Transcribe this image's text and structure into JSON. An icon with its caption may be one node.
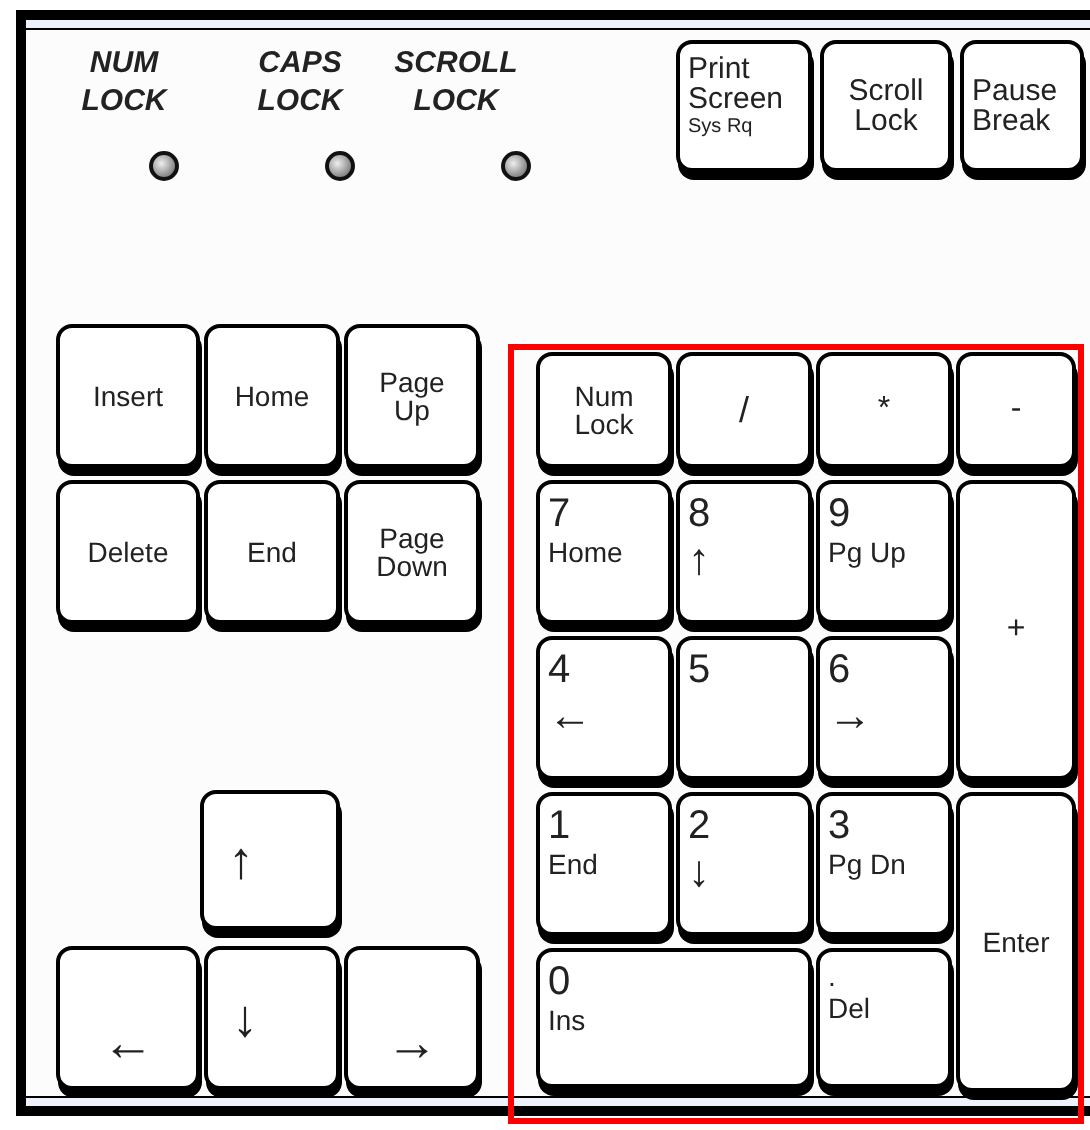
{
  "diagram": {
    "nodes": [
      {
        "text": [
          "Print Screen",
          "Sys Rq"
        ]
      },
      {
        "text": [
          "Scroll Lock"
        ]
      },
      {
        "text": [
          "Pause Break"
        ]
      },
      {
        "text": [
          "Insert"
        ]
      },
      {
        "text": [
          "Home"
        ]
      },
      {
        "text": [
          "Page Up"
        ]
      },
      {
        "text": [],
        "shape": "box"
      },
      {
        "text": [
          "Num Lock"
        ],
        "in": 6
      },
      {
        "text": [
          "/"
        ],
        "in": 6
      },
      {
        "text": [
          "*"
        ],
        "in": 6
      },
      {
        "text": [
          "-"
        ],
        "in": 6
      },
      {
        "text": [
          "Delete"
        ]
      },
      {
        "text": [
          "End"
        ]
      },
      {
        "text": [
          "Page Down"
        ]
      },
      {
        "text": [
          "7",
          "Home"
        ],
        "in": 6
      },
      {
        "text": [
          "8",
          "↑"
        ],
        "in": 6
      },
      {
        "text": [
          "9",
          "Pg Up"
        ],
        "in": 6
      },
      {
        "text": [
          "+"
        ],
        "in": 6
      },
      {
        "text": [
          "4",
          "←"
        ],
        "in": 6
      },
      {
        "text": [
          "5"
        ],
        "in": 6
      },
      {
        "text": [
          "6",
          "→"
        ],
        "in": 6
      },
      {
        "text": [
          "↑"
        ]
      },
      {
        "text": [
          "1",
          "End"
        ],
        "in": 6
      },
      {
        "text": [
          "2",
          "↓"
        ],
        "in": 6
      },
      {
        "text": [
          "3",
          "Pg Dn"
        ],
        "in": 6
      },
      {
        "text": [
          "Enter"
        ],
        "in": 6
      },
      {
        "text": [
          "←"
        ]
      },
      {
        "text": [
          "↓"
        ]
      },
      {
        "text": [
          "→"
        ]
      },
      {
        "text": [
          "0",
          "Ins"
        ],
        "in": 6
      },
      {
        "text": [
          ".",
          "Del"
        ],
        "in": 6
      }
    ],
    "labels": [
      "NUM LOCK",
      "CAPS LOCK",
      "SCROLL LOCK"
    ]
  }
}
